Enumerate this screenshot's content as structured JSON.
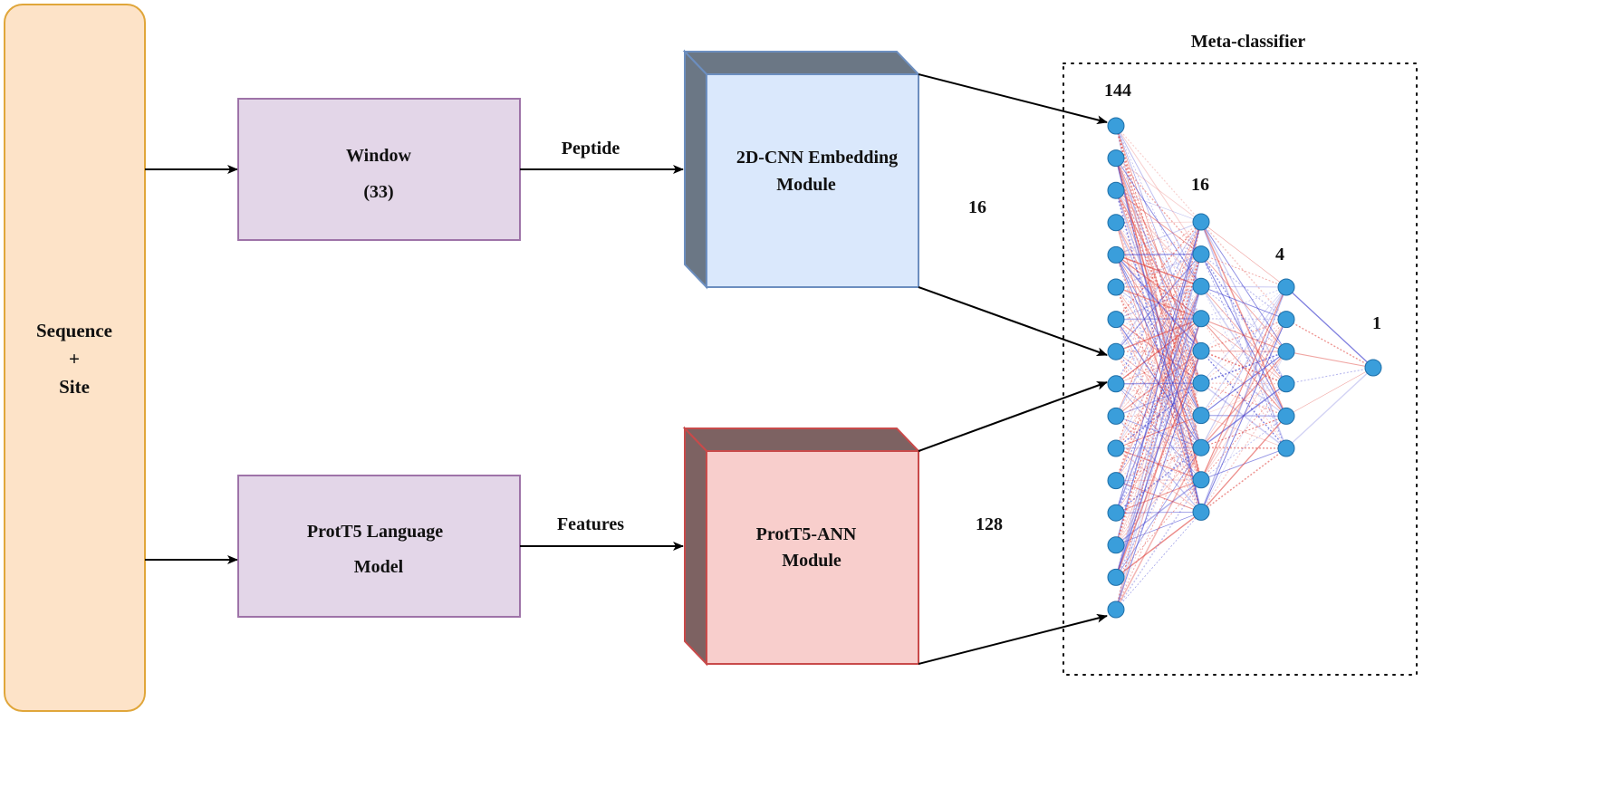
{
  "input": {
    "line1": "Sequence",
    "line2": "+",
    "line3": "Site"
  },
  "window_box": {
    "line1": "Window",
    "line2": "(33)"
  },
  "protT5_box": {
    "line1": "ProtT5 Language",
    "line2": "Model"
  },
  "edges": {
    "peptide": "Peptide",
    "features": "Features"
  },
  "cnn_module": {
    "line1": "2D-CNN Embedding",
    "line2": "Module",
    "output_dim": "16"
  },
  "ann_module": {
    "line1": "ProtT5-ANN",
    "line2": "Module",
    "output_dim": "128"
  },
  "meta_classifier": {
    "title": "Meta-classifier",
    "layers": [
      {
        "label": "144",
        "visible_nodes": 16
      },
      {
        "label": "16",
        "visible_nodes": 10
      },
      {
        "label": "4",
        "visible_nodes": 6
      },
      {
        "label": "1",
        "visible_nodes": 1
      }
    ]
  },
  "colors": {
    "input_fill": "#fde3c8",
    "input_stroke": "#e0a63a",
    "box_fill": "#e3d6e8",
    "box_stroke": "#9e73a8",
    "cnn_front": "#dae8fc",
    "cnn_stroke": "#6c8ebf",
    "cnn_side": "#6b7785",
    "ann_front": "#f8cecc",
    "ann_stroke": "#c84a4a",
    "ann_side": "#7d6262",
    "node_fill": "#3a9edb",
    "node_stroke": "#1f6fa8",
    "edge_red": "#e0403a",
    "edge_blue": "#3c3ccf"
  }
}
